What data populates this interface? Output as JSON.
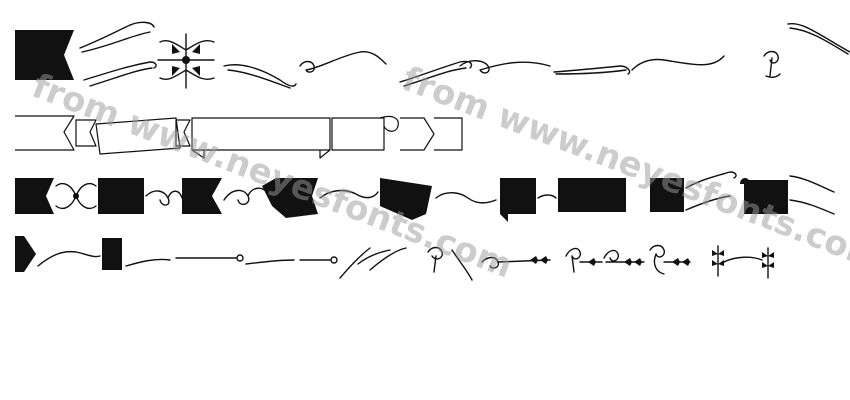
{
  "watermark": {
    "text": "from www.neyesfonts.com",
    "color": "#9a9a9a"
  },
  "glyph_rows": [
    {
      "row": 1,
      "contents": [
        "black-banner-flag",
        "flourish",
        "corner-ornament",
        "flourish",
        "flourish",
        "flourish",
        "flourish",
        "flourish",
        "flourish"
      ]
    },
    {
      "row": 2,
      "contents": [
        "ribbon-outline",
        "ribbon-outline",
        "ribbon-outline",
        "scroll-outline",
        "ribbon-outline"
      ]
    },
    {
      "row": 3,
      "contents": [
        "black-banner",
        "ornament",
        "black-banner",
        "flourish",
        "black-banner",
        "flourish",
        "black-ribbon",
        "flourish",
        "black-ribbon",
        "flourish",
        "black-banner",
        "flourish",
        "black-banner",
        "black-banner",
        "flourish",
        "black-scroll",
        "flourish"
      ]
    },
    {
      "row": 4,
      "contents": [
        "black-pennant",
        "flourish",
        "black-banner",
        "divider",
        "divider",
        "divider",
        "flourish",
        "flourish",
        "laurel",
        "laurel",
        "laurel",
        "laurel",
        "laurel",
        "laurel"
      ]
    }
  ]
}
